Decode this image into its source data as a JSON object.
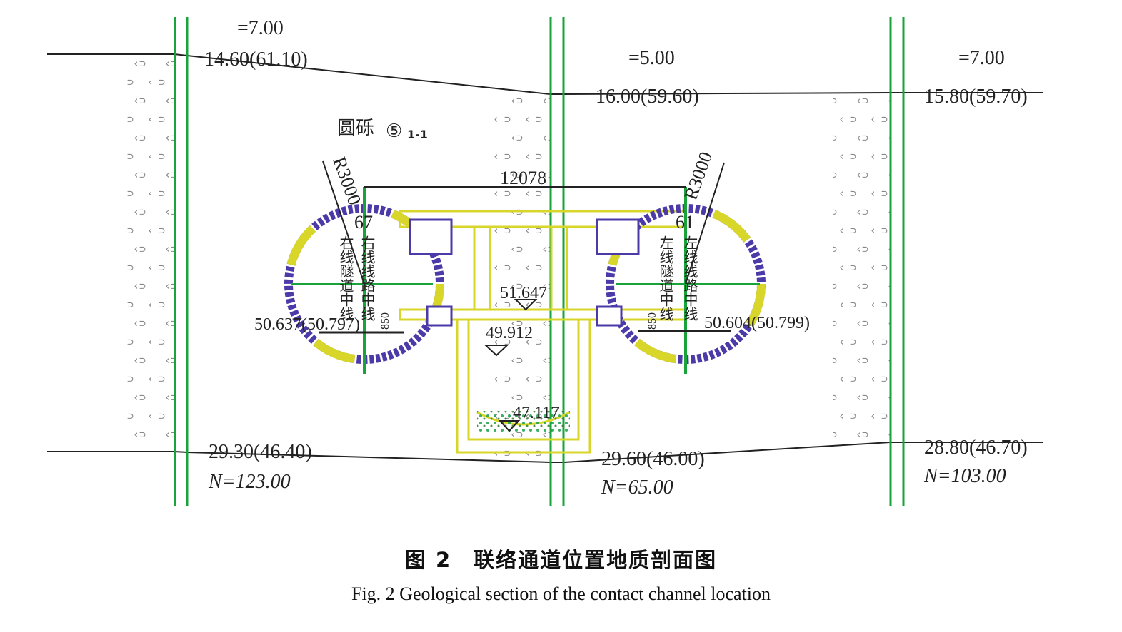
{
  "boreholes": [
    {
      "n_spt": "=7.00",
      "top_label": "14.60(61.10)",
      "bottom_label": "29.30(46.40)",
      "n_value": "N=123.00"
    },
    {
      "n_spt": "=5.00",
      "top_label": "16.00(59.60)",
      "bottom_label": "29.60(46.00)",
      "n_value": "N=65.00"
    },
    {
      "n_spt": "=7.00",
      "top_label": "15.80(59.70)",
      "bottom_label": "28.80(46.70)",
      "n_value": "N=103.00"
    }
  ],
  "stratum_label": "圆砾",
  "stratum_code": "⑤",
  "stratum_sub": "1-1",
  "tunnel_spacing": "12078",
  "right_tunnel": {
    "radius_label": "R3000",
    "id_label": "67",
    "tunnel_centerline_label": "右线隧道中线",
    "route_centerline_label": "右线线路中线",
    "rail_elev": "50.637(50.797)",
    "offset": "850"
  },
  "left_tunnel": {
    "radius_label": "R3000",
    "id_label": "61",
    "tunnel_centerline_label": "左线隧道中线",
    "route_centerline_label": "左线线路中线",
    "rail_elev": "50.604(50.799)",
    "offset": "850"
  },
  "elevations": {
    "passage_floor": "51.647",
    "water_level": "49.912",
    "pump_pit": "47.117"
  },
  "caption": {
    "cn": "图 2　联络通道位置地质剖面图",
    "en": "Fig. 2 Geological section of the contact channel location"
  },
  "colors": {
    "borehole": "#1aa33a",
    "structure": "#d9d62a",
    "segment": "#4b3aa8",
    "water": "#1aa8a8",
    "line": "#222222"
  }
}
